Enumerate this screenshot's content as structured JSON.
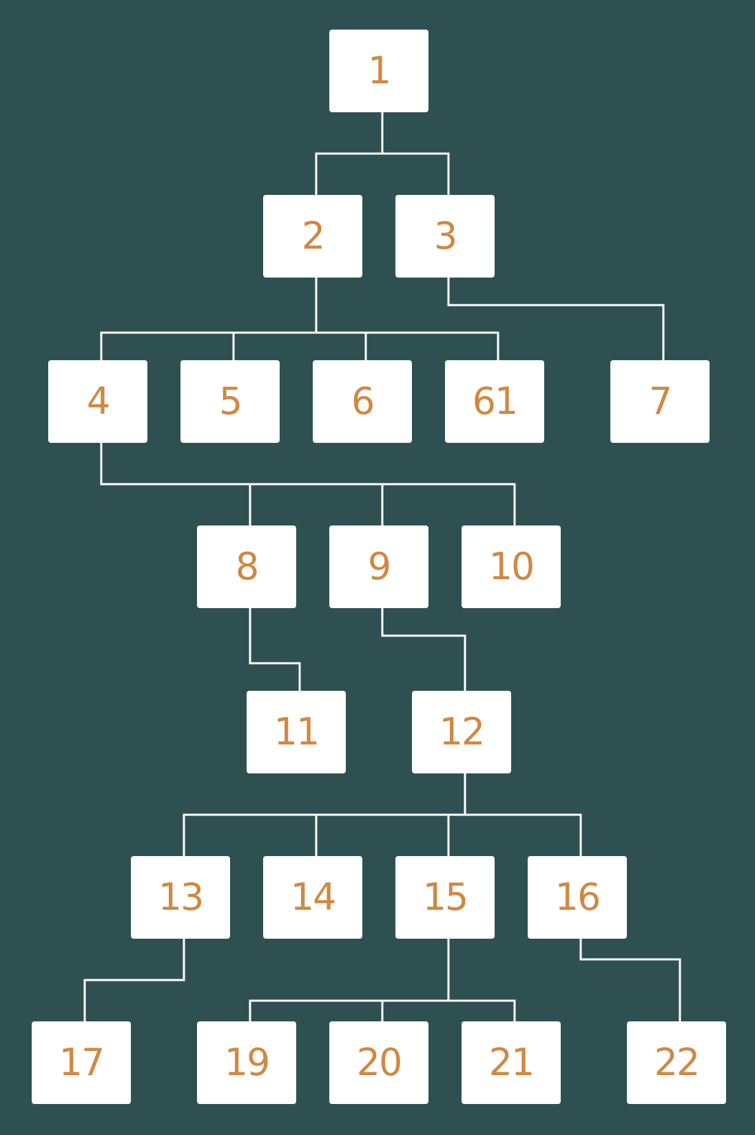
{
  "colors": {
    "background": "#2f5050",
    "node_fill": "#ffffff",
    "node_text": "#d08842",
    "connector": "#ffffff"
  },
  "tree": {
    "nodes": [
      {
        "id": "1",
        "label": "1"
      },
      {
        "id": "2",
        "label": "2"
      },
      {
        "id": "3",
        "label": "3"
      },
      {
        "id": "4",
        "label": "4"
      },
      {
        "id": "5",
        "label": "5"
      },
      {
        "id": "6",
        "label": "6"
      },
      {
        "id": "61",
        "label": "61"
      },
      {
        "id": "7",
        "label": "7"
      },
      {
        "id": "8",
        "label": "8"
      },
      {
        "id": "9",
        "label": "9"
      },
      {
        "id": "10",
        "label": "10"
      },
      {
        "id": "11",
        "label": "11"
      },
      {
        "id": "12",
        "label": "12"
      },
      {
        "id": "13",
        "label": "13"
      },
      {
        "id": "14",
        "label": "14"
      },
      {
        "id": "15",
        "label": "15"
      },
      {
        "id": "16",
        "label": "16"
      },
      {
        "id": "17",
        "label": "17"
      },
      {
        "id": "19",
        "label": "19"
      },
      {
        "id": "20",
        "label": "20"
      },
      {
        "id": "21",
        "label": "21"
      },
      {
        "id": "22",
        "label": "22"
      }
    ],
    "edges": [
      {
        "from": "1",
        "to": [
          "2",
          "3"
        ]
      },
      {
        "from": "2",
        "to": [
          "4",
          "5",
          "6",
          "61"
        ]
      },
      {
        "from": "3",
        "to": [
          "7"
        ]
      },
      {
        "from": "4",
        "to": [
          "8",
          "9",
          "10"
        ]
      },
      {
        "from": "8",
        "to": [
          "11"
        ]
      },
      {
        "from": "9",
        "to": [
          "12"
        ]
      },
      {
        "from": "12",
        "to": [
          "13",
          "14",
          "15",
          "16"
        ]
      },
      {
        "from": "13",
        "to": [
          "17"
        ]
      },
      {
        "from": "15",
        "to": [
          "19",
          "20",
          "21"
        ]
      },
      {
        "from": "16",
        "to": [
          "22"
        ]
      }
    ]
  }
}
